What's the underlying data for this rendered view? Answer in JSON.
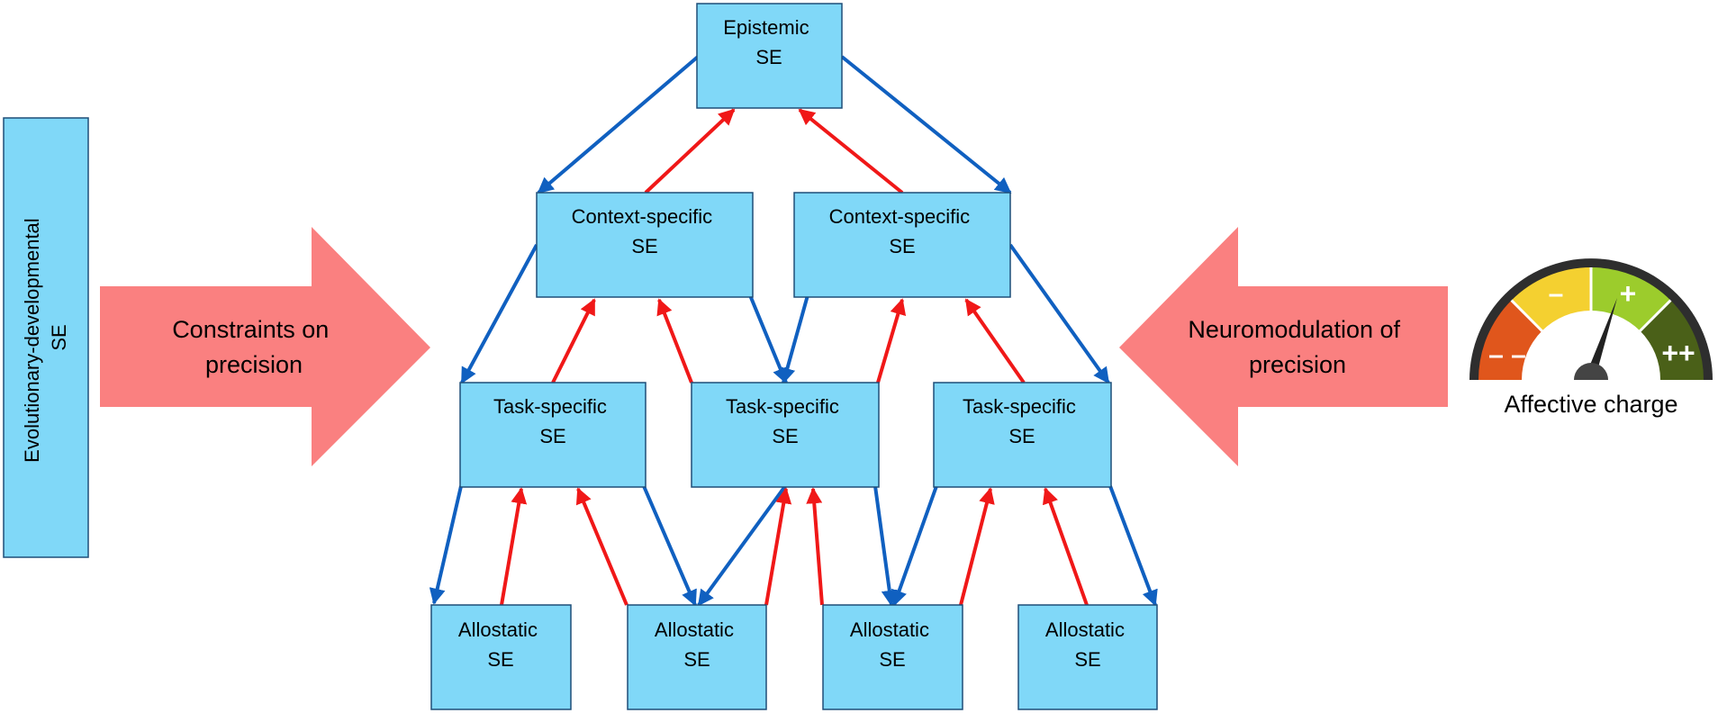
{
  "colors": {
    "box_fill": "#80d8f8",
    "box_stroke": "#1f4e79",
    "down_arrow": "#1060c0",
    "up_arrow": "#f01818",
    "big_arrow": "#fa8080",
    "text": "#000000",
    "gauge_segments": [
      "#e0561c",
      "#f4d030",
      "#9ccc2c",
      "#4a6018"
    ]
  },
  "side_panel": {
    "label_line1": "Evolutionary-developmental",
    "label_line2": "SE"
  },
  "left_arrow": {
    "line1": "Constraints on",
    "line2": "precision"
  },
  "right_arrow": {
    "line1": "Neuromodulation of",
    "line2": "precision"
  },
  "nodes": {
    "epistemic": {
      "line1": "Epistemic",
      "line2": "SE"
    },
    "context_1": {
      "line1": "Context-specific",
      "line2": "SE"
    },
    "context_2": {
      "line1": "Context-specific",
      "line2": "SE"
    },
    "task_1": {
      "line1": "Task-specific",
      "line2": "SE"
    },
    "task_2": {
      "line1": "Task-specific",
      "line2": "SE"
    },
    "task_3": {
      "line1": "Task-specific",
      "line2": "SE"
    },
    "allostatic_1": {
      "line1": "Allostatic",
      "line2": "SE"
    },
    "allostatic_2": {
      "line1": "Allostatic",
      "line2": "SE"
    },
    "allostatic_3": {
      "line1": "Allostatic",
      "line2": "SE"
    },
    "allostatic_4": {
      "line1": "Allostatic",
      "line2": "SE"
    }
  },
  "gauge": {
    "label": "Affective charge",
    "segment_labels": [
      "– –",
      "–",
      "+",
      "++"
    ],
    "needle_segment": "+"
  }
}
